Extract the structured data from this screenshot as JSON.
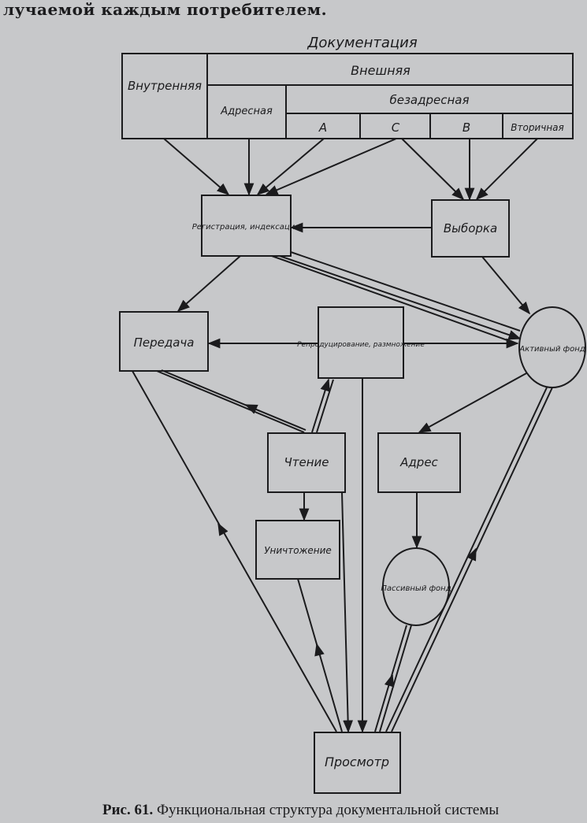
{
  "page_top_text": "лучаемой каждым потребителем.",
  "diagram": {
    "title": "Документация",
    "internal": "Внутренняя",
    "external": "Внешняя",
    "addressed": "Адресная",
    "unaddressed": "безадресная",
    "cat_a": "А",
    "cat_c": "С",
    "cat_b": "В",
    "cat_secondary": "Вторичная",
    "registration": "Регистрация, индексация",
    "selection": "Выборка",
    "transmission": "Передача",
    "reproduction": "Репродуцирование, размножение",
    "active_fund": "Активный фонд",
    "reading": "Чтение",
    "address": "Адрес",
    "destruction": "Уничтожение",
    "passive_fund": "Пассивный фонд",
    "viewing": "Просмотр"
  },
  "caption": {
    "figure_label": "Рис. 61.",
    "text": "Функциональная структура документальной системы"
  }
}
